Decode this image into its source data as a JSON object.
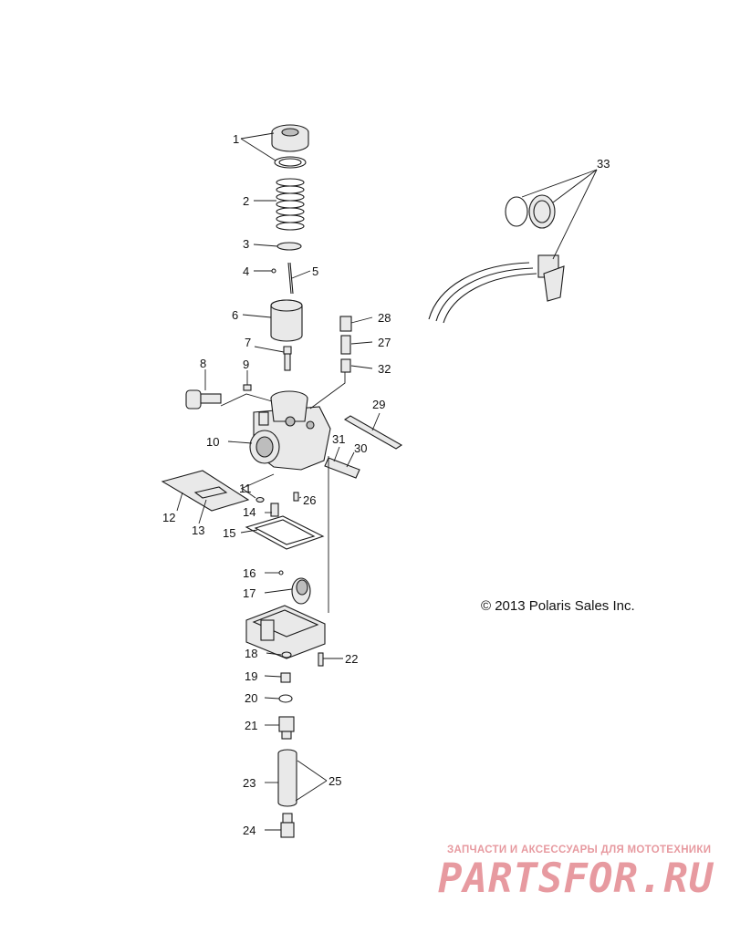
{
  "diagram": {
    "type": "exploded-parts-diagram",
    "callouts": [
      "1",
      "2",
      "3",
      "4",
      "5",
      "6",
      "7",
      "8",
      "9",
      "10",
      "11",
      "12",
      "13",
      "14",
      "15",
      "16",
      "17",
      "18",
      "19",
      "20",
      "21",
      "22",
      "23",
      "24",
      "25",
      "26",
      "27",
      "28",
      "29",
      "30",
      "31",
      "32",
      "33"
    ]
  },
  "copyright": "© 2013 Polaris Sales Inc.",
  "watermark": {
    "caption": "ЗАПЧАСТИ И АКСЕССУАРЫ ДЛЯ МОТОТЕХНИКИ",
    "logo_text": "PARTSFOR.RU",
    "color": "#e79aa0"
  }
}
